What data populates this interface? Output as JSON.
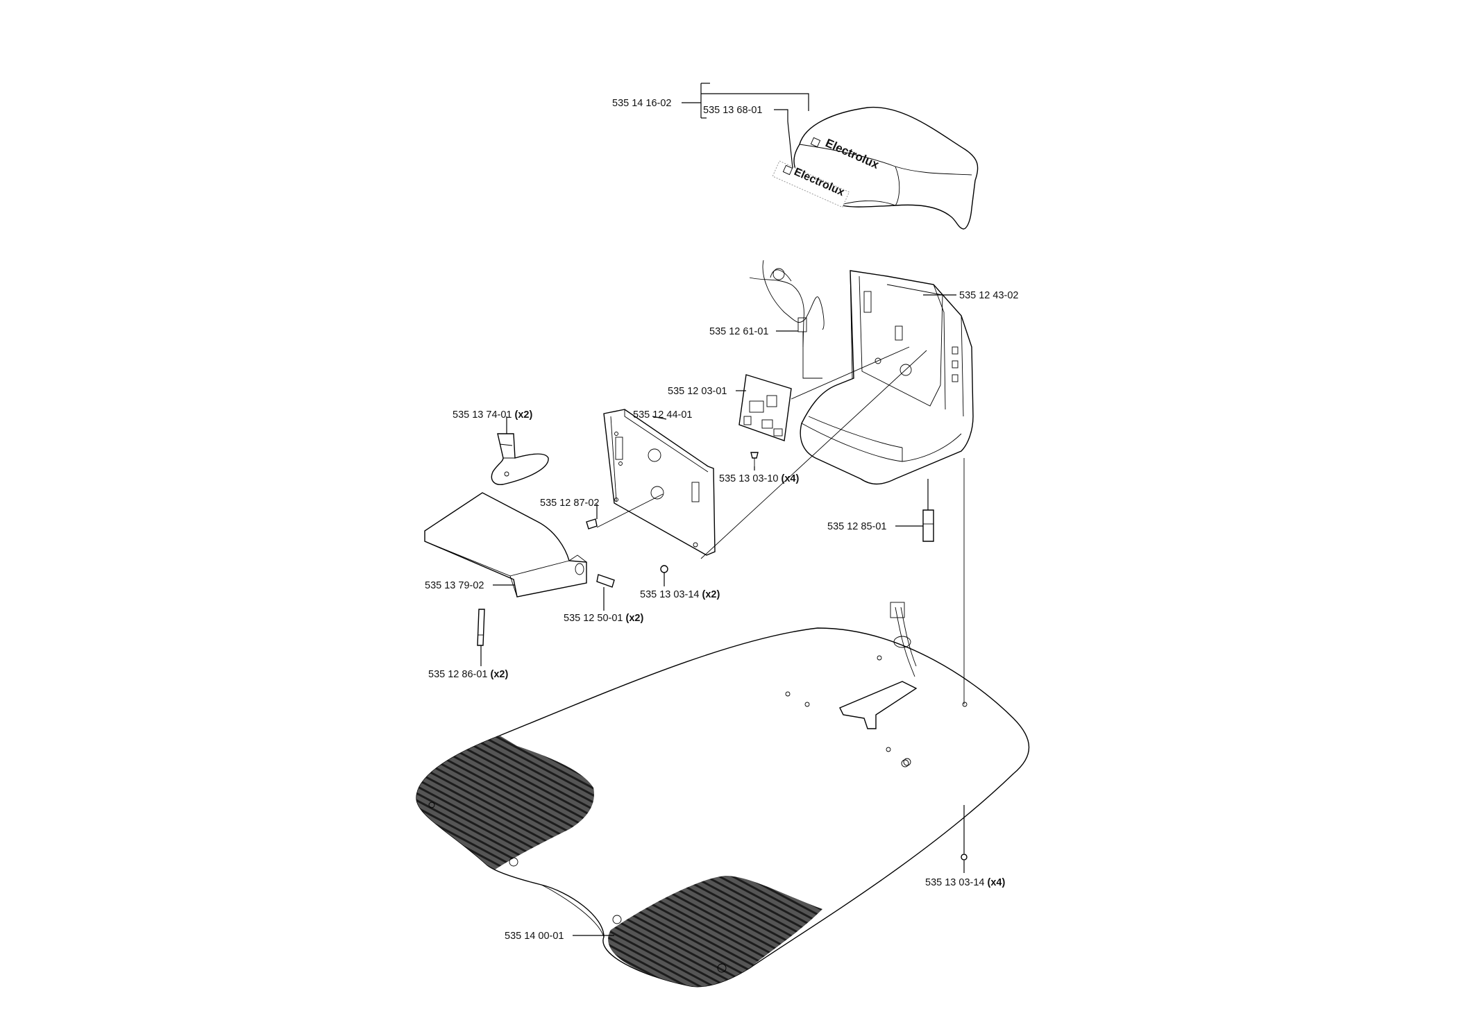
{
  "brand": {
    "name": "Electrolux"
  },
  "labels": [
    {
      "id": "cover",
      "part": "535 14 16-02",
      "qty": ""
    },
    {
      "id": "decal",
      "part": "535 13 68-01",
      "qty": ""
    },
    {
      "id": "housing",
      "part": "535 12 43-02",
      "qty": ""
    },
    {
      "id": "harness",
      "part": "535 12 61-01",
      "qty": ""
    },
    {
      "id": "board",
      "part": "535 12 03-01",
      "qty": ""
    },
    {
      "id": "clip",
      "part": "535 13 74-01",
      "qty": "(x2)"
    },
    {
      "id": "plate",
      "part": "535 12 44-01",
      "qty": ""
    },
    {
      "id": "screw-a",
      "part": "535 13 03-10",
      "qty": "(x4)"
    },
    {
      "id": "pin",
      "part": "535 12 87-02",
      "qty": ""
    },
    {
      "id": "connector",
      "part": "535 12 85-01",
      "qty": ""
    },
    {
      "id": "guide",
      "part": "535 13 79-02",
      "qty": ""
    },
    {
      "id": "screw-b",
      "part": "535 13 03-14",
      "qty": "(x2)"
    },
    {
      "id": "bolt",
      "part": "535 12 50-01",
      "qty": "(x2)"
    },
    {
      "id": "strap",
      "part": "535 12 86-01",
      "qty": "(x2)"
    },
    {
      "id": "screw-c",
      "part": "535 13 03-14",
      "qty": "(x4)"
    },
    {
      "id": "base",
      "part": "535 14 00-01",
      "qty": ""
    }
  ]
}
